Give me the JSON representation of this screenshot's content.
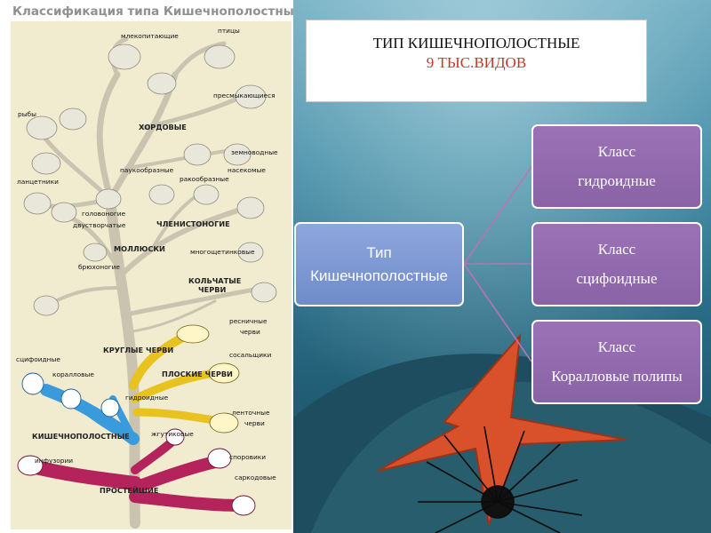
{
  "left": {
    "title": "Классификация типа Кишечнополостные",
    "labels": {
      "mammals": "млекопитающие",
      "birds": "птицы",
      "reptiles": "пресмыкающиеся",
      "fish": "рыбы",
      "chordates": "ХОРДОВЫЕ",
      "amphibians": "земноводные",
      "arachnids": "паукообразные",
      "insects": "насекомые",
      "crustaceans": "ракообразные",
      "lancelets": "ланцетники",
      "cephalopods": "головоногие",
      "bivalves": "двустворчатые",
      "arthropods": "ЧЛЕНИСТОНОГИЕ",
      "molluscs": "МОЛЛЮСКИ",
      "polychaetes": "многощетинковые",
      "gastropods": "брюхоногие",
      "annelids_1": "КОЛЬЧАТЫЕ",
      "annelids_2": "ЧЕРВИ",
      "ciliated_1": "ресничные",
      "ciliated_2": "черви",
      "roundworms": "КРУГЛЫЕ ЧЕРВИ",
      "flukes": "сосальщики",
      "scyphoid": "сцифоидные",
      "coral": "коралловые",
      "flatworms": "ПЛОСКИЕ ЧЕРВИ",
      "hydroid": "гидроидные",
      "tapeworms_1": "ленточные",
      "tapeworms_2": "черви",
      "coelenterates": "КИШЕЧНОПОЛОСТНЫЕ",
      "flagellates": "жгутиковые",
      "infusoria": "инфузории",
      "sporozoans": "споровики",
      "protozoa": "ПРОСТЕЙШИЕ",
      "sarcodina": "саркодовые"
    }
  },
  "right": {
    "header_title": "ТИП КИШЕЧНОПОЛОСТНЫЕ",
    "header_sub": "9 ТЫС.ВИДОВ",
    "root_line1": "Тип",
    "root_line2": "Кишечнополостные",
    "classes": [
      {
        "line1": "Класс",
        "line2": "гидроидные"
      },
      {
        "line1": "Класс",
        "line2": "сцифоидные"
      },
      {
        "line1": "Класс",
        "line2": "Коралловые полипы"
      }
    ]
  },
  "colors": {
    "root_box": "#7b97d3",
    "class_box": "#9168ad",
    "header_sub": "#c0392b",
    "starfish": "#d9512b",
    "protozoa_branch": "#b5235c",
    "coelenterate_branch": "#3a9bdc",
    "worm_branch": "#e8c21e"
  }
}
